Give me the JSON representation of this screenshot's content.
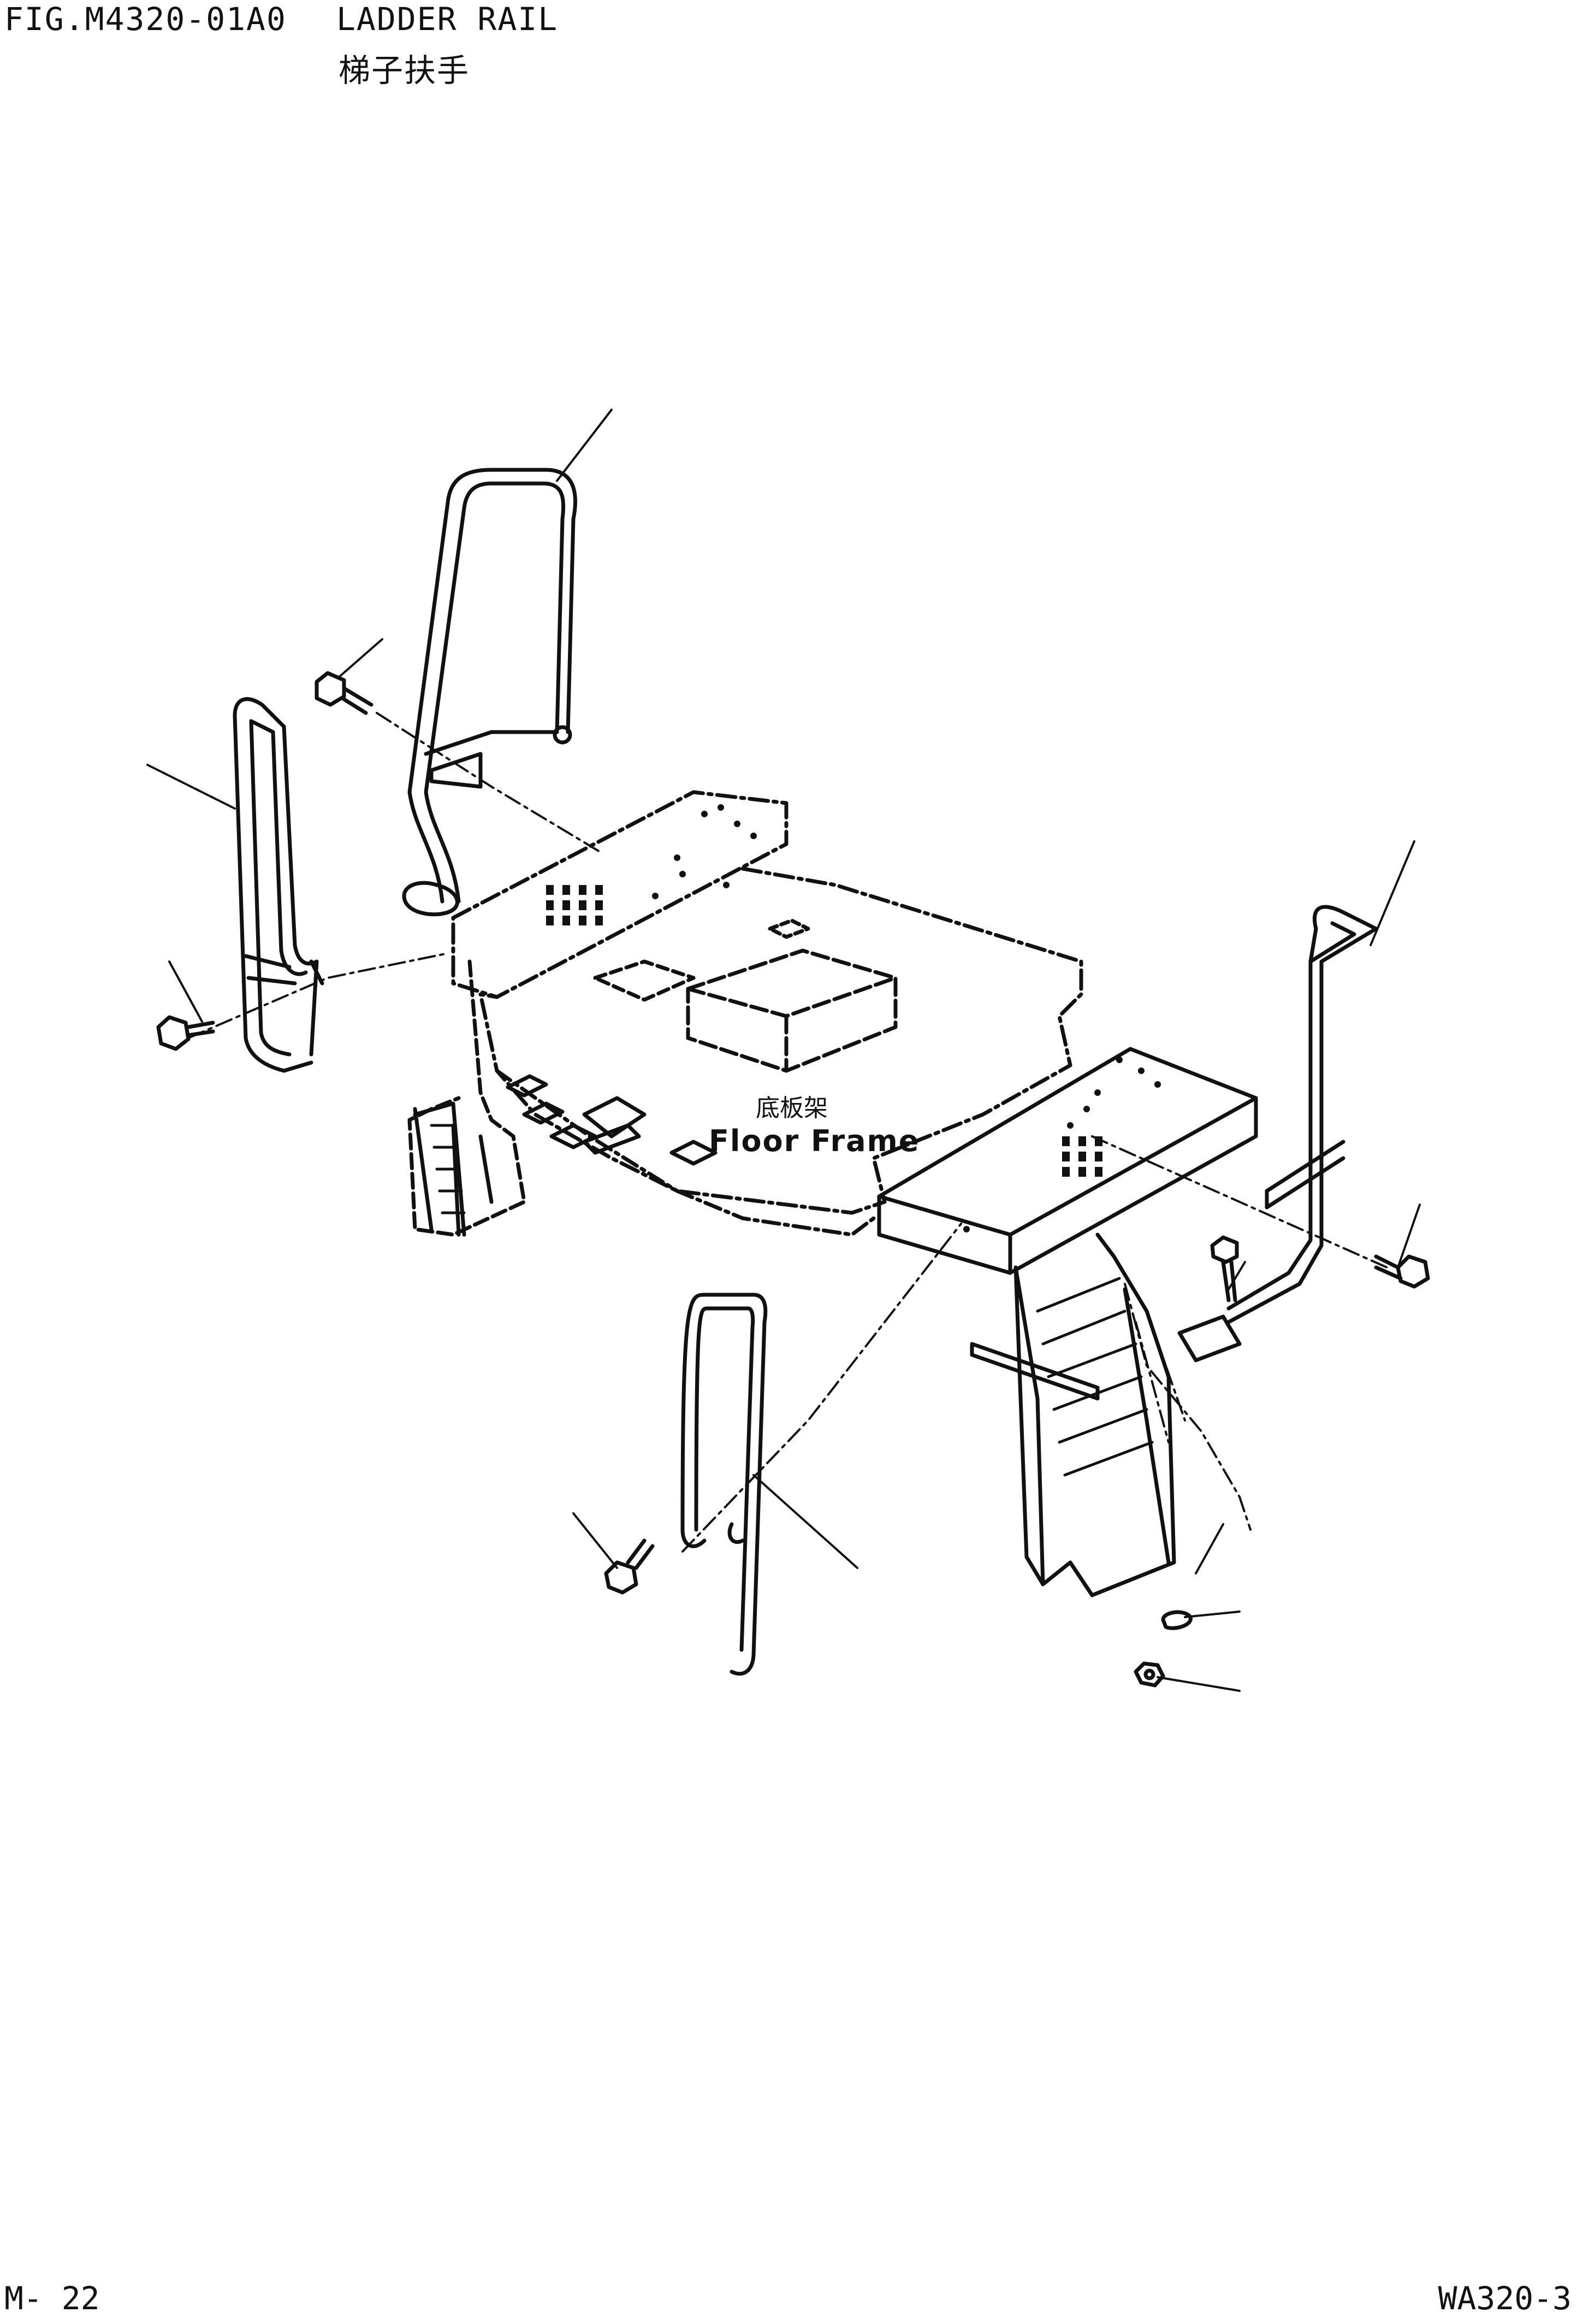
{
  "header": {
    "figure_number": "FIG.M4320-01A0",
    "title_en": "LADDER RAIL",
    "title_zh": "梯子扶手"
  },
  "diagram": {
    "label_zh": "底板架",
    "label_en": "Floor Frame"
  },
  "footer": {
    "page": "M- 22",
    "model": "WA320-3"
  },
  "colors": {
    "ink": "#111111",
    "paper": "#ffffff"
  }
}
